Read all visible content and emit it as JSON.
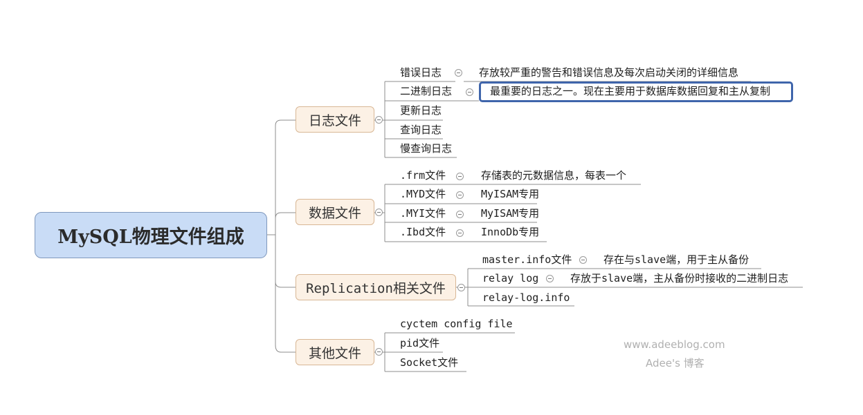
{
  "root": {
    "label": "MySQL物理文件组成"
  },
  "branches": [
    {
      "label": "日志文件",
      "items": [
        {
          "label": "错误日志",
          "desc": "存放较严重的警告和错误信息及每次启动关闭的详细信息"
        },
        {
          "label": "二进制日志",
          "desc": "最重要的日志之一。现在主要用于数据库数据回复和主从复制"
        },
        {
          "label": "更新日志"
        },
        {
          "label": "查询日志"
        },
        {
          "label": "慢查询日志"
        }
      ]
    },
    {
      "label": "数据文件",
      "items": [
        {
          "label": ".frm文件",
          "desc": "存储表的元数据信息，每表一个"
        },
        {
          "label": ".MYD文件",
          "desc": "MyISAM专用"
        },
        {
          "label": ".MYI文件",
          "desc": "MyISAM专用"
        },
        {
          "label": ".Ibd文件",
          "desc": "InnoDb专用"
        }
      ]
    },
    {
      "label": "Replication相关文件",
      "items": [
        {
          "label": "master.info文件",
          "desc": "存在与slave端，用于主从备份"
        },
        {
          "label": "relay log",
          "desc": "存放于slave端，主从备份时接收的二进制日志"
        },
        {
          "label": "relay-log.info"
        }
      ]
    },
    {
      "label": "其他文件",
      "items": [
        {
          "label": "cyctem config file"
        },
        {
          "label": "pid文件"
        },
        {
          "label": "Socket文件"
        }
      ]
    }
  ],
  "watermark": {
    "line1": "www.adeeblog.com",
    "line2": "Adee's 博客"
  },
  "colors": {
    "root_fill": "#c9dcf6",
    "branch_fill": "#fcf1e5",
    "highlight": "#3f65ab",
    "line": "#8c8c8c"
  }
}
